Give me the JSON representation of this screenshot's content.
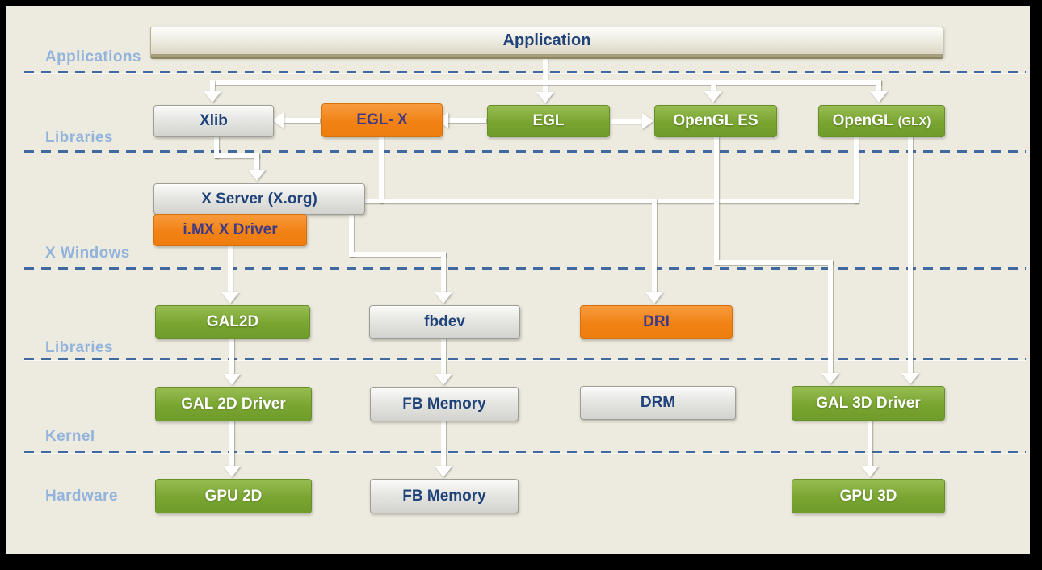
{
  "layers": [
    {
      "label": "Applications"
    },
    {
      "label": "Libraries"
    },
    {
      "label": "X Windows"
    },
    {
      "label": "Libraries"
    },
    {
      "label": "Kernel"
    },
    {
      "label": "Hardware"
    }
  ],
  "nodes": {
    "application": {
      "label": "Application",
      "type": "app"
    },
    "xlib": {
      "label": "Xlib",
      "type": "gray"
    },
    "egl_x": {
      "label": "EGL- X",
      "type": "orange"
    },
    "egl": {
      "label": "EGL",
      "type": "green"
    },
    "opengl_es": {
      "label": "OpenGL ES",
      "type": "green"
    },
    "opengl_glx": {
      "label": "OpenGL",
      "suffix": "(GLX)",
      "type": "green"
    },
    "x_server": {
      "label": "X Server (X.org)",
      "type": "gray"
    },
    "imx_x_driver": {
      "label": "i.MX X Driver",
      "type": "orange"
    },
    "gal2d": {
      "label": "GAL2D",
      "type": "green"
    },
    "fbdev": {
      "label": "fbdev",
      "type": "gray"
    },
    "dri": {
      "label": "DRI",
      "type": "orange"
    },
    "gal_2d_driver": {
      "label": "GAL 2D Driver",
      "type": "green"
    },
    "fb_memory_kernel": {
      "label": "FB Memory",
      "type": "gray"
    },
    "drm": {
      "label": "DRM",
      "type": "gray"
    },
    "gal_3d_driver": {
      "label": "GAL 3D Driver",
      "type": "green"
    },
    "gpu_2d": {
      "label": "GPU 2D",
      "type": "green"
    },
    "fb_memory_hw": {
      "label": "FB Memory",
      "type": "gray"
    },
    "gpu_3d": {
      "label": "GPU 3D",
      "type": "green"
    }
  },
  "edges": [
    {
      "from": "Application",
      "to": "Xlib"
    },
    {
      "from": "Application",
      "to": "EGL"
    },
    {
      "from": "Application",
      "to": "OpenGL ES"
    },
    {
      "from": "Application",
      "to": "OpenGL (GLX)"
    },
    {
      "from": "EGL",
      "to": "EGL- X"
    },
    {
      "from": "EGL- X",
      "to": "Xlib"
    },
    {
      "from": "EGL",
      "to": "OpenGL ES"
    },
    {
      "from": "Xlib",
      "to": "X Server (X.org)"
    },
    {
      "from": "EGL- X",
      "to": "X Server (X.org)"
    },
    {
      "from": "OpenGL (GLX)",
      "to": "X Server (X.org)"
    },
    {
      "from": "X Server (X.org)",
      "to": "DRI"
    },
    {
      "from": "X Server (X.org)",
      "to": "fbdev"
    },
    {
      "from": "i.MX X Driver",
      "to": "GAL2D"
    },
    {
      "from": "OpenGL ES",
      "to": "GAL 3D Driver"
    },
    {
      "from": "OpenGL (GLX)",
      "to": "GAL 3D Driver"
    },
    {
      "from": "GAL2D",
      "to": "GAL 2D Driver"
    },
    {
      "from": "fbdev",
      "to": "FB Memory"
    },
    {
      "from": "GAL 2D Driver",
      "to": "GPU 2D"
    },
    {
      "from": "FB Memory",
      "to": "FB Memory"
    },
    {
      "from": "GAL 3D Driver",
      "to": "GPU 3D"
    }
  ],
  "colors": {
    "panel_bg": "#edeadf",
    "frame_bg": "#000000",
    "green_box": "#79a531",
    "orange_box": "#f28214",
    "gray_box": "#e6e6e3",
    "navy_text": "#1f4279",
    "orange_box_text": "#3f3a85",
    "layer_label": "#92b4dc",
    "dashed_divider": "#41689f",
    "connector": "#ffffff"
  }
}
